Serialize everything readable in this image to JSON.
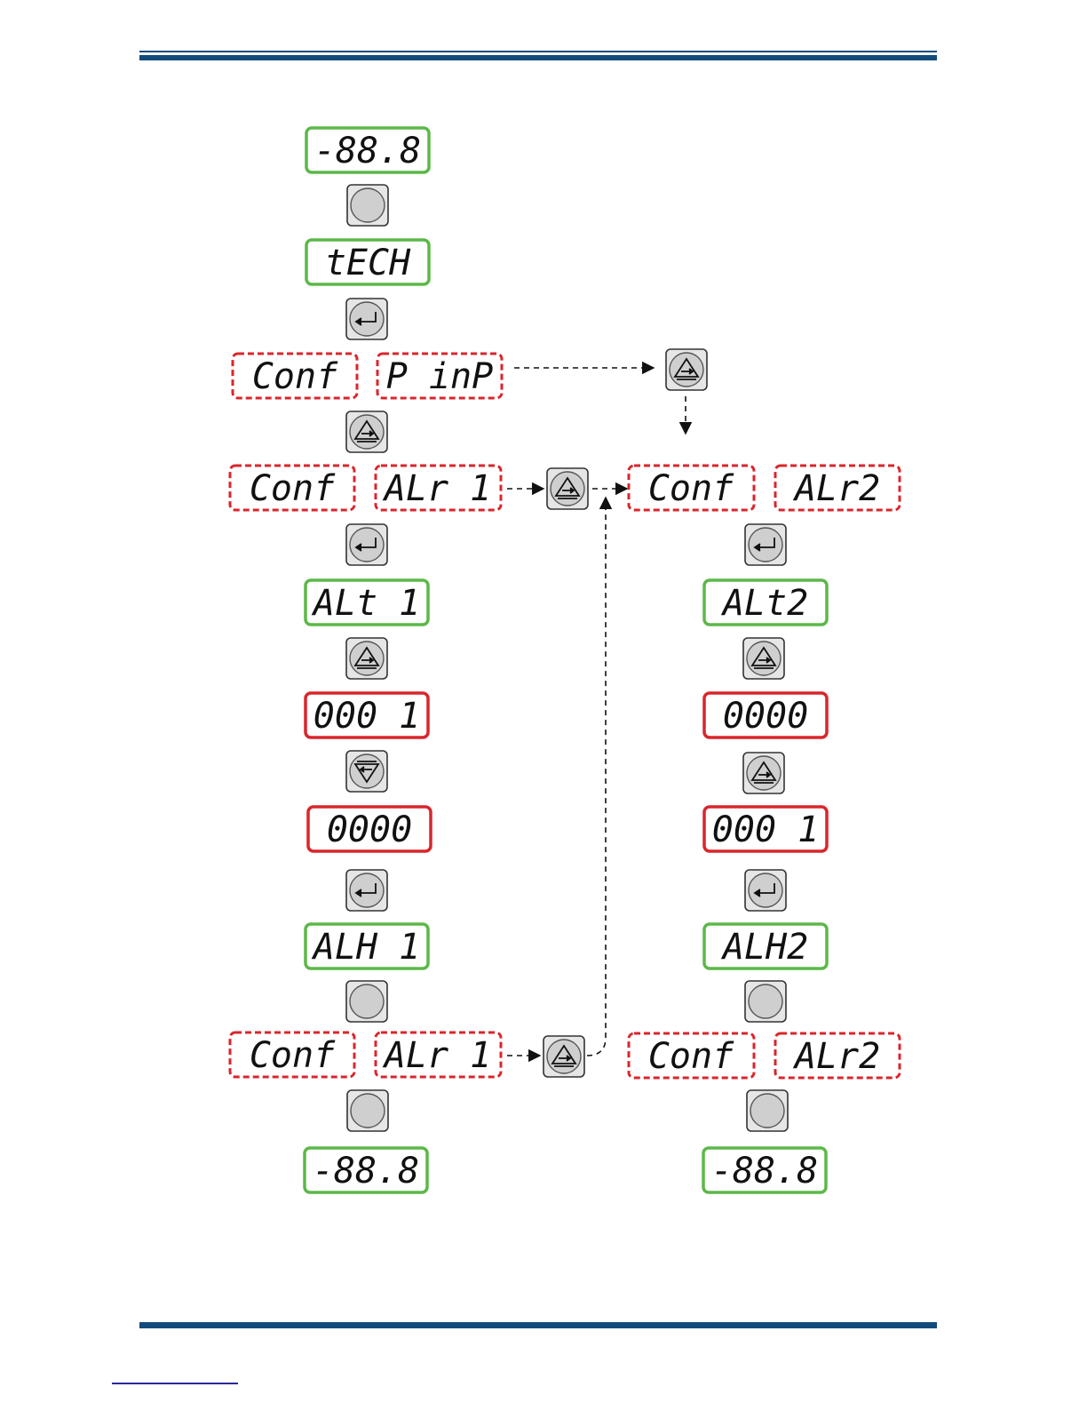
{
  "colors": {
    "rule": "#134a7c",
    "green_border": "#5cb848",
    "red_border": "#d9262b",
    "digit": "#111111",
    "button_face": "#d9d9d9",
    "button_inner": "#c8c8c8"
  },
  "displays": {
    "start": "-88.8",
    "tech": "tECH",
    "conf_1": "Conf",
    "pinp": "P inP",
    "conf_2": "Conf",
    "alr1_a": "ALr 1",
    "conf_3": "Conf",
    "alr2_a": "ALr2",
    "alt1": "ALt 1",
    "alt2": "ALt2",
    "val1_a": "000 1",
    "val2_a": "0000",
    "val1_b": "0000",
    "val2_b": "000 1",
    "alh1": "ALH 1",
    "alh2": "ALH2",
    "conf_4": "Conf",
    "alr1_b": "ALr 1",
    "conf_5": "Conf",
    "alr2_b": "ALr2",
    "end_1": "-88.8",
    "end_2": "-88.8"
  },
  "buttons": {
    "b1": "blank",
    "b2": "enter-icon",
    "b3": "up-icon",
    "b4": "enter-icon",
    "b5": "up-icon",
    "b6": "down-icon",
    "b7": "enter-icon",
    "b8": "blank",
    "b9": "blank",
    "bp": "up-icon",
    "bm1": "up-icon",
    "bm2": "up-icon",
    "r1": "enter-icon",
    "r2": "up-icon",
    "r3": "up-icon",
    "r4": "enter-icon",
    "r5": "blank",
    "r6": "blank"
  }
}
